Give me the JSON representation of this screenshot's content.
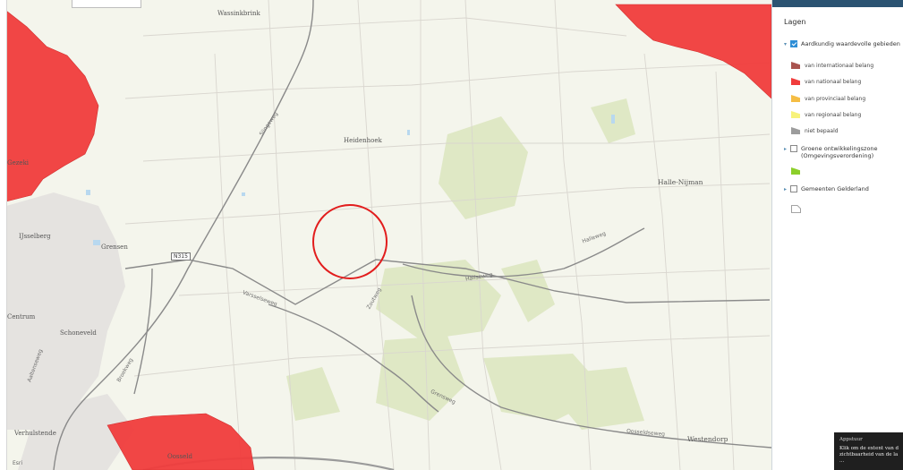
{
  "map": {
    "places": [
      {
        "name": "Wassinkbrink"
      },
      {
        "name": "Heidenhoek"
      },
      {
        "name": "Halle-Nijman"
      },
      {
        "name": "IJsselberg"
      },
      {
        "name": "Grensen"
      },
      {
        "name": "Centrum"
      },
      {
        "name": "Schoneveld"
      },
      {
        "name": "Westendorp"
      },
      {
        "name": "Verhulstende"
      },
      {
        "name": "Gezeki"
      },
      {
        "name": "Oosseld"
      }
    ],
    "roads": [
      {
        "name": "Halleweg"
      },
      {
        "name": "Hallseweg"
      },
      {
        "name": "Varsselseweg"
      },
      {
        "name": "Zoutweg"
      },
      {
        "name": "Oosseldseweg"
      },
      {
        "name": "Slingeweg"
      },
      {
        "name": "Grensweg"
      },
      {
        "name": "Broekweg"
      },
      {
        "name": "Aaltenseweg"
      }
    ],
    "road_shield": "N315",
    "credit": "Esri"
  },
  "panel": {
    "title": "Lagen",
    "layers": [
      {
        "label": "Aardkundig waardevolle gebieden",
        "checked": true
      },
      {
        "label": "Groene ontwikkelingszone (Omgevingsverordening)",
        "checked": false
      },
      {
        "label": "Gemeenten Gelderland",
        "checked": false
      }
    ],
    "legend": [
      {
        "label": "van internationaal belang",
        "color": "#a9544f"
      },
      {
        "label": "van nationaal belang",
        "color": "#f03c3c"
      },
      {
        "label": "van provinciaal belang",
        "color": "#f5bd44"
      },
      {
        "label": "van regionaal belang",
        "color": "#f7f27a"
      },
      {
        "label": "niet bepaald",
        "color": "#9c9c9c"
      }
    ],
    "groene_color": "#8ccf2a",
    "nationaal_color": "#f03c3c"
  },
  "tooltip": {
    "title": "Appstuur",
    "line1": "Klik om de extent van d",
    "line2": "zichtbaarheid van de la",
    "line3": "..."
  }
}
